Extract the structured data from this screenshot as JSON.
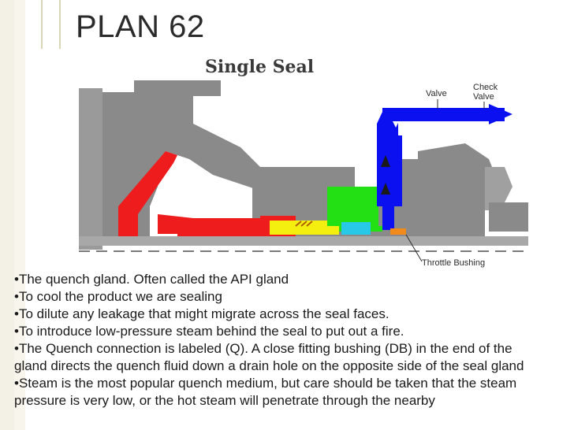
{
  "slide": {
    "title": "PLAN 62"
  },
  "diagram": {
    "heading": "Single  Seal",
    "labels": {
      "valve": "Valve",
      "check_valve_line1": "Check",
      "check_valve_line2": "Valve",
      "throttle_bushing": "Throttle  Bushing"
    },
    "colors": {
      "housing": "#8a8a8a",
      "quench_line": "#0a10f0",
      "rotating_seal": "#ee1c1c",
      "stationary_face": "#f5ef10",
      "gland": "#22e014",
      "drain": "#28c8e8",
      "bushing": "#f08a1a"
    }
  },
  "bullets": [
    "•The quench gland. Often called the API gland",
    "•To cool the product we are sealing",
    "•To dilute any leakage that might migrate across the seal faces.",
    "•To introduce low-pressure steam behind the seal to put out a fire.",
    "•The Quench connection is labeled (Q). A close fitting bushing (DB) in the end of the gland directs the quench fluid down a drain hole on the opposite side of the seal gland",
    "•Steam is the most popular quench medium, but care should be taken that the steam pressure is very low, or the hot steam will penetrate through the nearby"
  ]
}
